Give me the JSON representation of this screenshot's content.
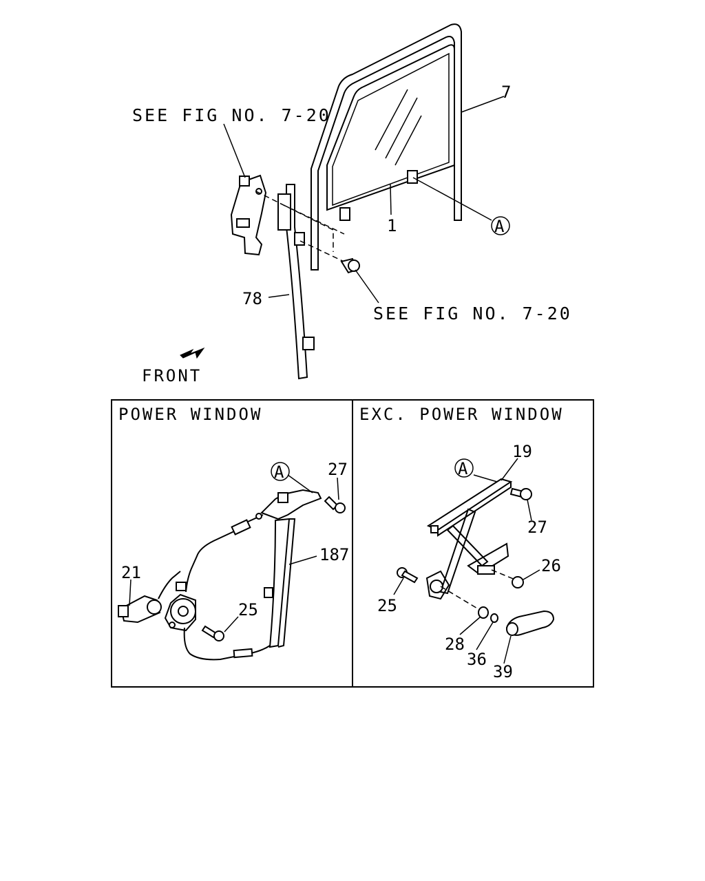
{
  "references": {
    "see_fig_top": "SEE FIG NO. 7-20",
    "see_fig_mid": "SEE FIG NO. 7-20"
  },
  "front_label": "FRONT",
  "main_callouts": {
    "p7": "7",
    "p1": "1",
    "pA": "A",
    "p78": "78"
  },
  "panels": {
    "power": {
      "title": "POWER WINDOW",
      "callouts": {
        "pA": "A",
        "p27": "27",
        "p187": "187",
        "p21": "21",
        "p25": "25"
      }
    },
    "manual": {
      "title": "EXC. POWER WINDOW",
      "callouts": {
        "pA": "A",
        "p19": "19",
        "p27": "27",
        "p26": "26",
        "p25": "25",
        "p28": "28",
        "p36": "36",
        "p39": "39"
      }
    }
  }
}
